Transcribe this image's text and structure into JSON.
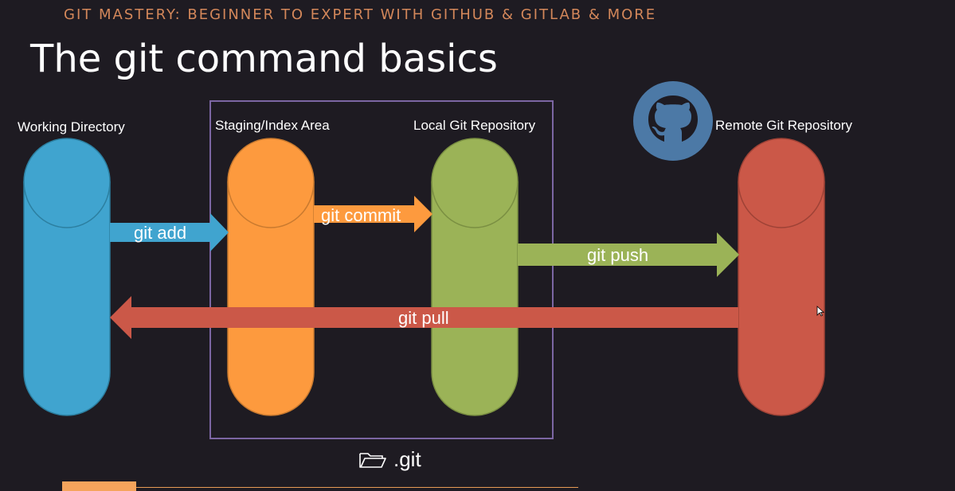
{
  "header": {
    "course_title": "GIT MASTERY: BEGINNER TO EXPERT WITH GITHUB & GITLAB & MORE",
    "slide_title": "The git command basics"
  },
  "areas": {
    "working_directory": {
      "label": "Working Directory",
      "color": "#40a4cf"
    },
    "staging_area": {
      "label": "Staging/Index Area",
      "color": "#fd9a3e"
    },
    "local_repo": {
      "label": "Local Git Repository",
      "color": "#9bb357"
    },
    "remote_repo": {
      "label": "Remote Git Repository",
      "color": "#cb5848"
    }
  },
  "arrows": {
    "git_add": {
      "label": "git add",
      "color": "#40a4cf"
    },
    "git_commit": {
      "label": "git commit",
      "color": "#fd9a3e"
    },
    "git_push": {
      "label": "git push",
      "color": "#9bb357"
    },
    "git_pull": {
      "label": "git pull",
      "color": "#cb5848"
    }
  },
  "git_folder": {
    "icon": "folder-icon",
    "label": ".git"
  },
  "github_logo": {
    "icon": "github-octocat-icon",
    "color": "#4c79a6"
  },
  "box_color": "#7c66a3",
  "video_progress": {
    "fraction": 0.144
  }
}
